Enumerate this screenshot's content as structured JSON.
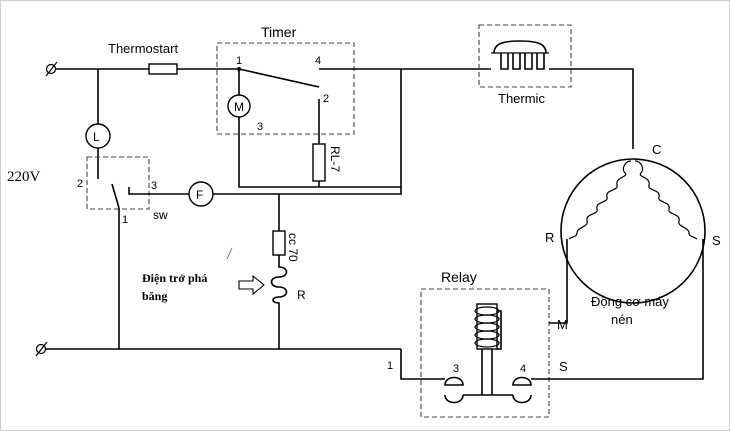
{
  "labels": {
    "thermostart": "Thermostart",
    "timer": "Timer",
    "thermic": "Thermic",
    "supply_voltage": "220V",
    "lamp": "L",
    "fan": "F",
    "switch_label": "sw",
    "timer_motor": "M",
    "rl7": "RL-7",
    "cc70": "cc 70",
    "resistor": "R",
    "heater_caption_line1": "Điện trở phá",
    "heater_caption_line2": "băng",
    "relay": "Relay",
    "compressor_line1": "Động cơ máy",
    "compressor_line2": "nén",
    "motor_c": "C",
    "motor_r": "R",
    "motor_s": "S",
    "relay_m": "M",
    "relay_s": "S"
  },
  "terminals": {
    "timer_1": "1",
    "timer_2": "2",
    "timer_3": "3",
    "timer_4": "4",
    "sw_1": "1",
    "sw_2": "2",
    "sw_3": "3",
    "relay_1": "1",
    "relay_3": "3",
    "relay_4": "4"
  },
  "colors": {
    "wire": "#000000",
    "dashed_box": "#444444",
    "background": "#ffffff"
  }
}
